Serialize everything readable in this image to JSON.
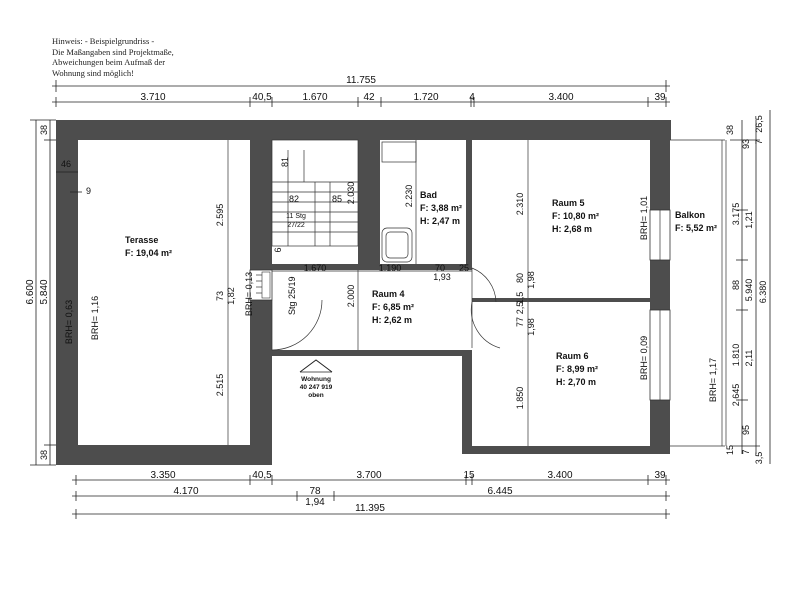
{
  "note": [
    "Hinweis: - Beispielgrundriss -",
    "Die Maßangaben sind Projektmaße,",
    "Abweichungen beim Aufmaß der",
    "Wohnung sind möglich!"
  ],
  "rooms": {
    "terasse": {
      "name": "Terasse",
      "area": "F: 19,04 m²"
    },
    "bad": {
      "name": "Bad",
      "area": "F: 3,88 m²",
      "height": "H: 2,47 m"
    },
    "raum5": {
      "name": "Raum 5",
      "area": "F: 10,80 m²",
      "height": "H: 2,68 m"
    },
    "raum4": {
      "name": "Raum 4",
      "area": "F: 6,85 m²",
      "height": "H: 2,62 m"
    },
    "raum6": {
      "name": "Raum 6",
      "area": "F: 8,99 m²",
      "height": "H: 2,70 m"
    },
    "balkon": {
      "name": "Balkon",
      "area": "F: 5,52 m²"
    }
  },
  "stairs": {
    "steps": "11 Stg",
    "ratio": "27/22",
    "stg": "Stg 25/19"
  },
  "entrance": {
    "line1": "Wohnung",
    "line2": "40 247 919",
    "line3": "oben"
  },
  "brh": {
    "terasse_a": "BRH= 0,63",
    "terasse_b": "BRH= 1,16",
    "stair_wall": "BRH= 0,13",
    "raum5": "BRH= 1,01",
    "raum6": "BRH= 0,09",
    "balkon": "BRH= 1,17"
  },
  "dims_top": {
    "total": "11.755",
    "s1": "3.710",
    "s2": "40,5",
    "s3": "1.670",
    "s4": "42",
    "s5": "1.720",
    "s6": "4",
    "s7": "3.400",
    "s8": "39"
  },
  "dims_bottom": {
    "r1": [
      "3.350",
      "40,5",
      "3.700",
      "15",
      "3.400",
      "39"
    ],
    "r2": [
      "4.170",
      "78",
      "6.445"
    ],
    "r3": "1,94",
    "total": "11.395"
  },
  "dims_left": {
    "v38a": "38",
    "v38b": "38",
    "total": "6.600",
    "inner": "5.840",
    "d46": "46",
    "d9": "9"
  },
  "dims_right": {
    "d38": "38",
    "d26": "26,5",
    "d7": "7",
    "d93": "93",
    "d121": "1,21",
    "d3175": "3.175",
    "d88": "88",
    "d5940": "5.940",
    "d6380": "6.380",
    "d1810": "1.810",
    "d211": "2,11",
    "d2645": "2.645",
    "d95": "95",
    "d35": "3,5",
    "d7b": "7",
    "d15": "15"
  },
  "dims_interior": {
    "d2595": "2.595",
    "d73": "73",
    "d182": "1,82",
    "d2515": "2.515",
    "d81": "81",
    "d82": "82",
    "d85": "85",
    "d2030": "2.030",
    "d6": "6",
    "d2230": "2.230",
    "d2310": "2.310",
    "d1670": "1.670",
    "d1190": "1.190",
    "d70": "70",
    "d25": "25",
    "d193": "1,93",
    "d80": "80",
    "d198a": "1,98",
    "d2000": "2.000",
    "d155": "1,5",
    "d77": "77",
    "d25b": "2,5",
    "d198b": "1,98",
    "d1850": "1.850"
  }
}
